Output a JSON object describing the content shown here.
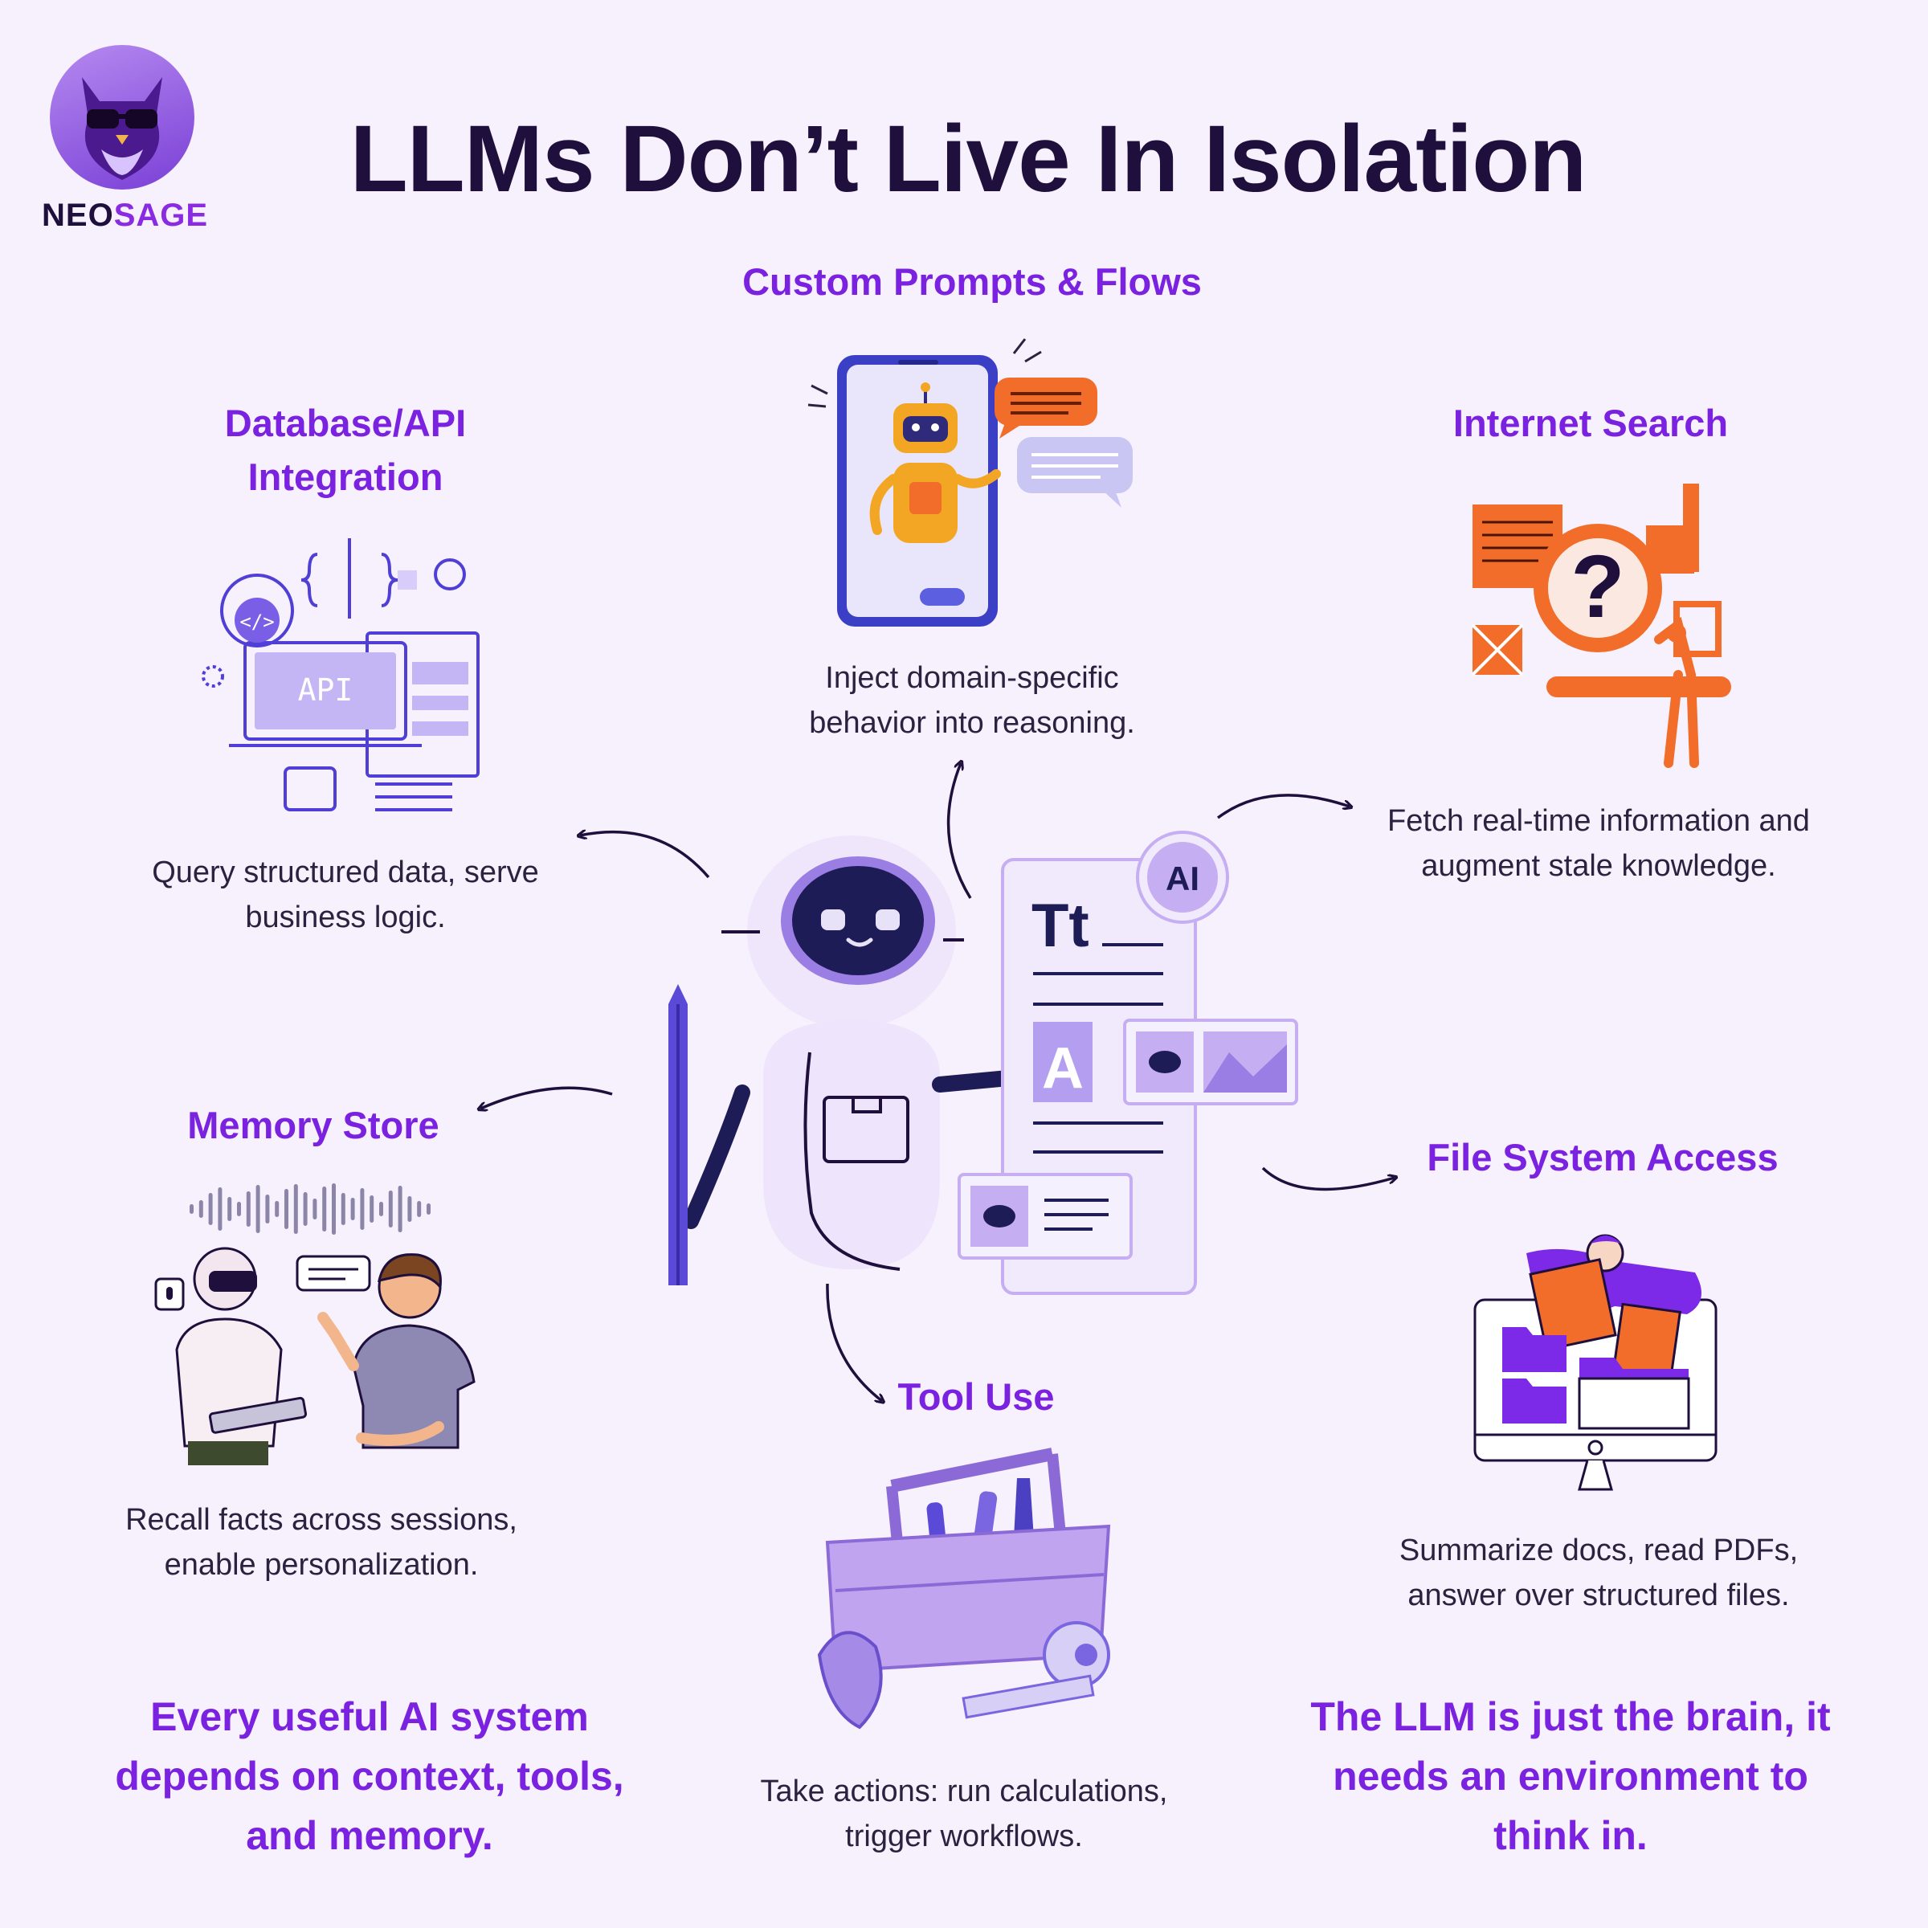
{
  "brand": {
    "prefix": "NEO",
    "suffix": "SAGE"
  },
  "title": "LLMs Don’t Live In Isolation",
  "center_badge": "AI",
  "center_doc": {
    "type_label": "Tt",
    "letter": "A"
  },
  "api_label": "API",
  "blocks": {
    "prompts": {
      "heading": "Custom Prompts & Flows",
      "desc": "Inject domain-specific behavior into reasoning."
    },
    "database": {
      "heading": "Database/API Integration",
      "desc": "Query structured data, serve business logic."
    },
    "internet": {
      "heading": "Internet Search",
      "desc": "Fetch real-time information and augment stale knowledge."
    },
    "memory": {
      "heading": "Memory Store",
      "desc": "Recall facts across sessions, enable personalization."
    },
    "files": {
      "heading": "File System Access",
      "desc": "Summarize docs, read PDFs, answer over structured files."
    },
    "tools": {
      "heading": "Tool Use",
      "desc": "Take actions: run calculations, trigger workflows."
    }
  },
  "footer": {
    "left": "Every useful AI system depends on context, tools, and memory.",
    "right": "The LLM is just the brain, it needs an environment to think in."
  },
  "colors": {
    "accent": "#7a22e0",
    "dark": "#1e0f3c",
    "orange": "#f26c2a",
    "lavender": "#c9b3f5",
    "background": "#f6f1fc"
  }
}
